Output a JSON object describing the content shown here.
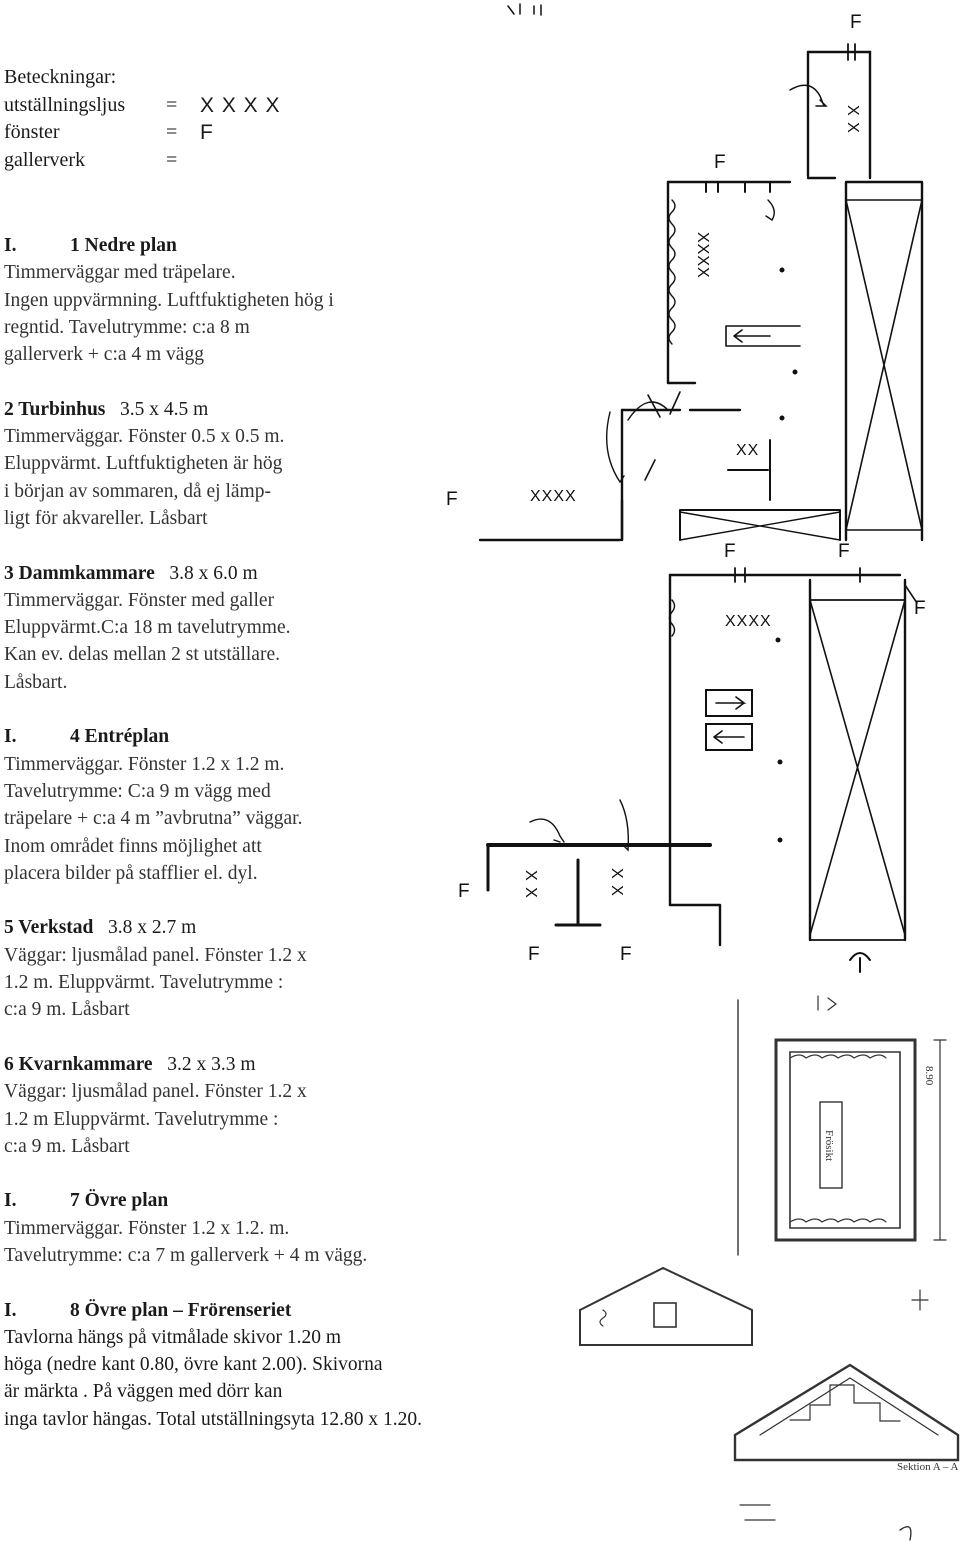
{
  "legend": {
    "title": "Beteckningar:",
    "items": [
      {
        "label": "utställningsljus",
        "eq": "=",
        "symbol": "X X X X"
      },
      {
        "label": "fönster",
        "eq": "=",
        "symbol": "F"
      },
      {
        "label": "gallerverk",
        "eq": "=",
        "symbol": ""
      }
    ]
  },
  "sections": [
    {
      "num": "I.",
      "title": "1 Nedre plan",
      "dims": "",
      "lines": [
        "Timmerväggar med träpelare.",
        "Ingen uppvärmning. Luftfuktigheten hög i",
        "regntid. Tavelutrymme: c:a 8 m",
        "gallerverk + c:a 4 m vägg"
      ]
    },
    {
      "num": "",
      "title": "2 Turbinhus",
      "dims": "3.5 x 4.5 m",
      "lines": [
        "Timmerväggar. Fönster 0.5 x 0.5 m.",
        "Eluppvärmt. Luftfuktigheten är hög",
        "i början av sommaren, då ej lämp-",
        "ligt för akvareller. Låsbart"
      ]
    },
    {
      "num": "",
      "title": "3 Dammkammare",
      "dims": "3.8 x 6.0 m",
      "lines": [
        "Timmerväggar. Fönster med galler",
        "Eluppvärmt.C:a 18 m tavelutrymme.",
        "Kan ev. delas mellan 2 st utställare.",
        "Låsbart."
      ]
    },
    {
      "num": "I.",
      "title": "4 Entréplan",
      "dims": "",
      "lines": [
        "Timmerväggar. Fönster 1.2 x 1.2 m.",
        "Tavelutrymme: C:a 9 m vägg med",
        "träpelare + c:a 4 m ”avbrutna” väggar.",
        "Inom området finns möjlighet att",
        "placera bilder på stafflier el. dyl."
      ]
    },
    {
      "num": "",
      "title": "5 Verkstad",
      "dims": "3.8 x 2.7 m",
      "lines": [
        "Väggar: ljusmålad panel. Fönster 1.2 x",
        "1.2 m. Eluppvärmt. Tavelutrymme :",
        "c:a 9 m. Låsbart"
      ]
    },
    {
      "num": "",
      "title": "6 Kvarnkammare",
      "dims": "3.2 x 3.3 m",
      "lines": [
        "Väggar: ljusmålad panel. Fönster 1.2 x",
        "1.2 m Eluppvärmt. Tavelutrymme :",
        "c:a 9 m. Låsbart"
      ]
    },
    {
      "num": "I.",
      "title": "7 Övre plan",
      "dims": "",
      "lines": [
        "Timmerväggar. Fönster 1.2 x 1.2. m.",
        "Tavelutrymme: c:a 7 m gallerverk + 4 m vägg."
      ]
    },
    {
      "num": "I.",
      "title": "8 Övre plan – Frörenseriet",
      "dims": "",
      "lines": [
        "Tavlorna hängs på vitmålade skivor 1.20 m",
        "höga (nedre kant 0.80, övre kant 2.00). Skivorna",
        "är märkta              . På väggen med dörr kan",
        "inga tavlor hängas. Total utställningsyta   12.80 x 1.20."
      ]
    }
  ],
  "plan": {
    "window_symbol": "F",
    "light_symbol": "XXXX",
    "light_symbol_short": "X X",
    "light_symbol_three": "XX",
    "fronsikt_label": "Frösikt",
    "dimension_label": "8.90",
    "section_label": "Sektion  A – A"
  }
}
